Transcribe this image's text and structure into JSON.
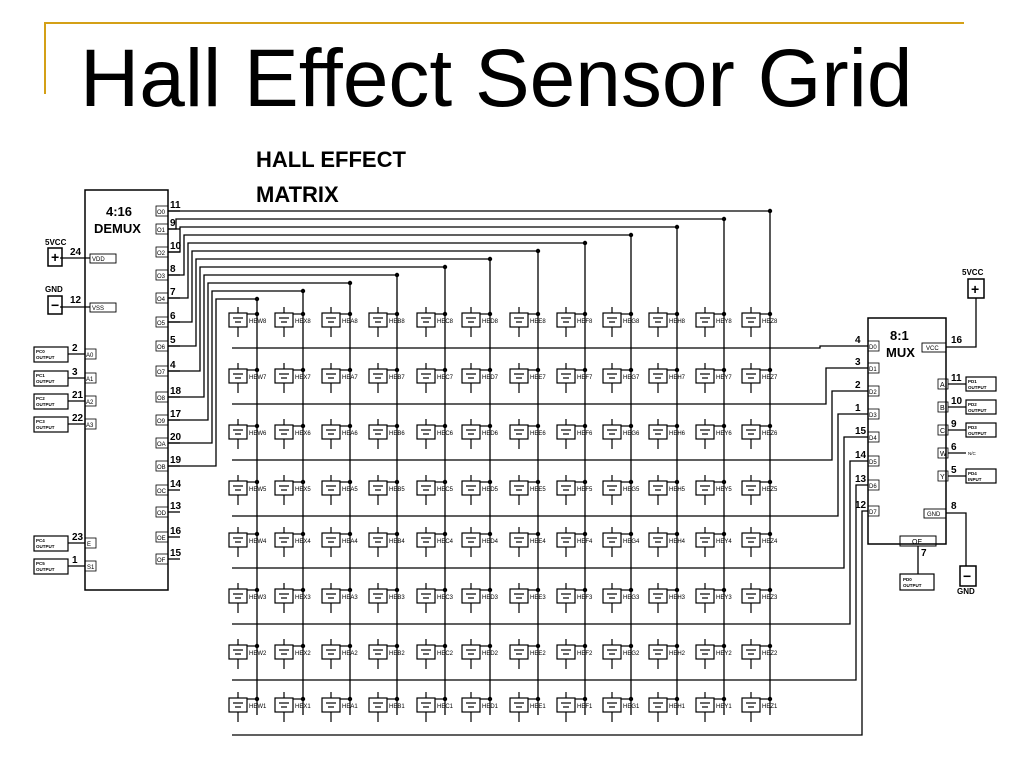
{
  "slide": {
    "title": "Hall Effect Sensor Grid",
    "accent_color": "#d4a017"
  },
  "schematic": {
    "matrix_title_line1": "HALL EFFECT",
    "matrix_title_line2": "MATRIX",
    "demux": {
      "label_line1": "4:16",
      "label_line2": "DEMUX",
      "vdd_pin": "24",
      "vdd_label": "VDD",
      "vss_pin": "12",
      "vss_label": "VSS",
      "address_pins": [
        {
          "num": "2",
          "label": "A0",
          "source": "PC0 OUTPUT"
        },
        {
          "num": "3",
          "label": "A1",
          "source": "PC1 OUTPUT"
        },
        {
          "num": "21",
          "label": "A2",
          "source": "PC2 OUTPUT"
        },
        {
          "num": "22",
          "label": "A3",
          "source": "PC3 OUTPUT"
        }
      ],
      "enable_pins": [
        {
          "num": "23",
          "label": "E",
          "source": "PC4 OUTPUT"
        },
        {
          "num": "1",
          "label": "S1",
          "source": "PC5 OUTPUT"
        }
      ],
      "output_pins": [
        {
          "num": "11",
          "label": "O0"
        },
        {
          "num": "9",
          "label": "O1"
        },
        {
          "num": "10",
          "label": "O2"
        },
        {
          "num": "8",
          "label": "O3"
        },
        {
          "num": "7",
          "label": "O4"
        },
        {
          "num": "6",
          "label": "O5"
        },
        {
          "num": "5",
          "label": "O6"
        },
        {
          "num": "4",
          "label": "O7"
        },
        {
          "num": "18",
          "label": "O8"
        },
        {
          "num": "17",
          "label": "O9"
        },
        {
          "num": "20",
          "label": "OA"
        },
        {
          "num": "19",
          "label": "OB"
        },
        {
          "num": "14",
          "label": "OC"
        },
        {
          "num": "13",
          "label": "OD"
        },
        {
          "num": "16",
          "label": "OE"
        },
        {
          "num": "15",
          "label": "OF"
        }
      ]
    },
    "left_power": {
      "vcc_label": "5VCC",
      "gnd_label": "GND"
    },
    "mux": {
      "label_line1": "8:1",
      "label_line2": "MUX",
      "vcc_pin": "16",
      "vcc_label": "VCC",
      "input_pins": [
        {
          "num": "4",
          "label": "D0"
        },
        {
          "num": "3",
          "label": "D1"
        },
        {
          "num": "2",
          "label": "D2"
        },
        {
          "num": "1",
          "label": "D3"
        },
        {
          "num": "15",
          "label": "D4"
        },
        {
          "num": "14",
          "label": "D5"
        },
        {
          "num": "13",
          "label": "D6"
        },
        {
          "num": "12",
          "label": "D7"
        }
      ],
      "select_pins": [
        {
          "num": "11",
          "label": "A",
          "signal": "PD1 OUTPUT"
        },
        {
          "num": "10",
          "label": "B",
          "signal": "PD2 OUTPUT"
        },
        {
          "num": "9",
          "label": "C",
          "signal": "PD3 OUTPUT"
        },
        {
          "num": "6",
          "label": "W",
          "signal": "N/C"
        },
        {
          "num": "5",
          "label": "Y",
          "signal": "PD4 INPUT"
        }
      ],
      "gnd_pin": "8",
      "gnd_label": "GND",
      "oe_pin": "7",
      "oe_label": "OE",
      "oe_source": "PD0 OUTPUT"
    },
    "right_power": {
      "vcc_label": "5VCC",
      "gnd_label": "GND"
    },
    "sensor_grid": {
      "columns": [
        "W",
        "X",
        "A",
        "B",
        "C",
        "D",
        "E",
        "F",
        "G",
        "H",
        "Y",
        "Z"
      ],
      "rows": [
        "8",
        "7",
        "6",
        "5",
        "4",
        "3",
        "2",
        "1"
      ],
      "prefix": "HE"
    }
  }
}
